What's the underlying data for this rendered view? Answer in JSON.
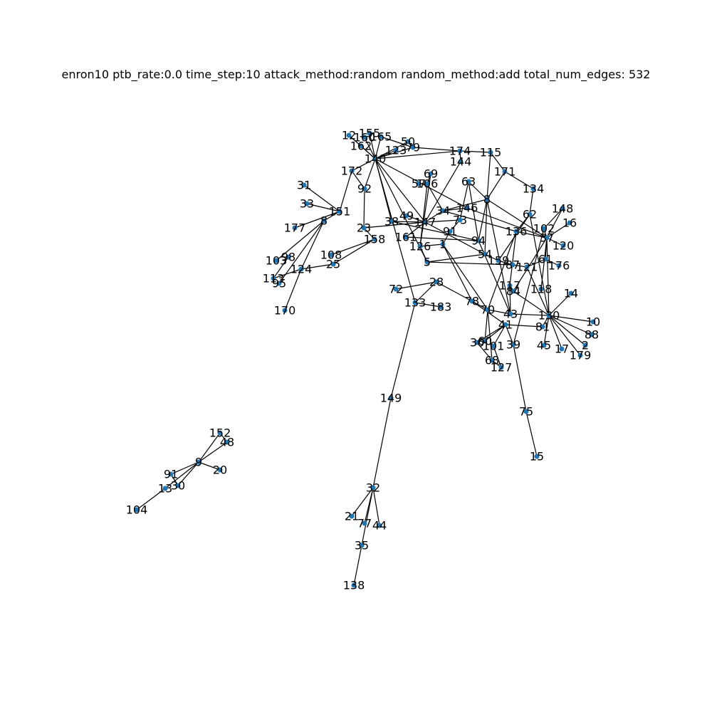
{
  "figure": {
    "title": "enron10 ptb_rate:0.0 time_step:10 attack_method:random random_method:add total_num_edges: 532"
  },
  "graph": {
    "node_color": "#1f77b4",
    "edge_color": "#000000",
    "nodes": [
      "12",
      "155",
      "160",
      "165",
      "162",
      "140",
      "123",
      "79",
      "50",
      "174",
      "115",
      "144",
      "171",
      "134",
      "172",
      "92",
      "31",
      "69",
      "57",
      "106",
      "63",
      "8",
      "33",
      "151",
      "146",
      "34",
      "147",
      "73",
      "177",
      "23",
      "38",
      "49",
      "161",
      "148",
      "62",
      "102",
      "16",
      "136",
      "37",
      "120",
      "158",
      "108",
      "25",
      "126",
      "91",
      "94",
      "113",
      "54",
      "159",
      "87",
      "121",
      "61",
      "176",
      "103",
      "98",
      "124",
      "118",
      "117",
      "84",
      "5",
      "28",
      "72",
      "133",
      "183",
      "78",
      "70",
      "43",
      "130",
      "10",
      "88",
      "81",
      "45",
      "17",
      "2",
      "179",
      "36",
      "60",
      "101",
      "41",
      "39",
      "68",
      "127",
      "170",
      "149",
      "75",
      "15",
      "152",
      "48",
      "20",
      "9",
      "91b",
      "130b",
      "13",
      "104",
      "32",
      "21",
      "77",
      "44",
      "35",
      "138",
      "14",
      "1",
      "11",
      "85"
    ]
  }
}
